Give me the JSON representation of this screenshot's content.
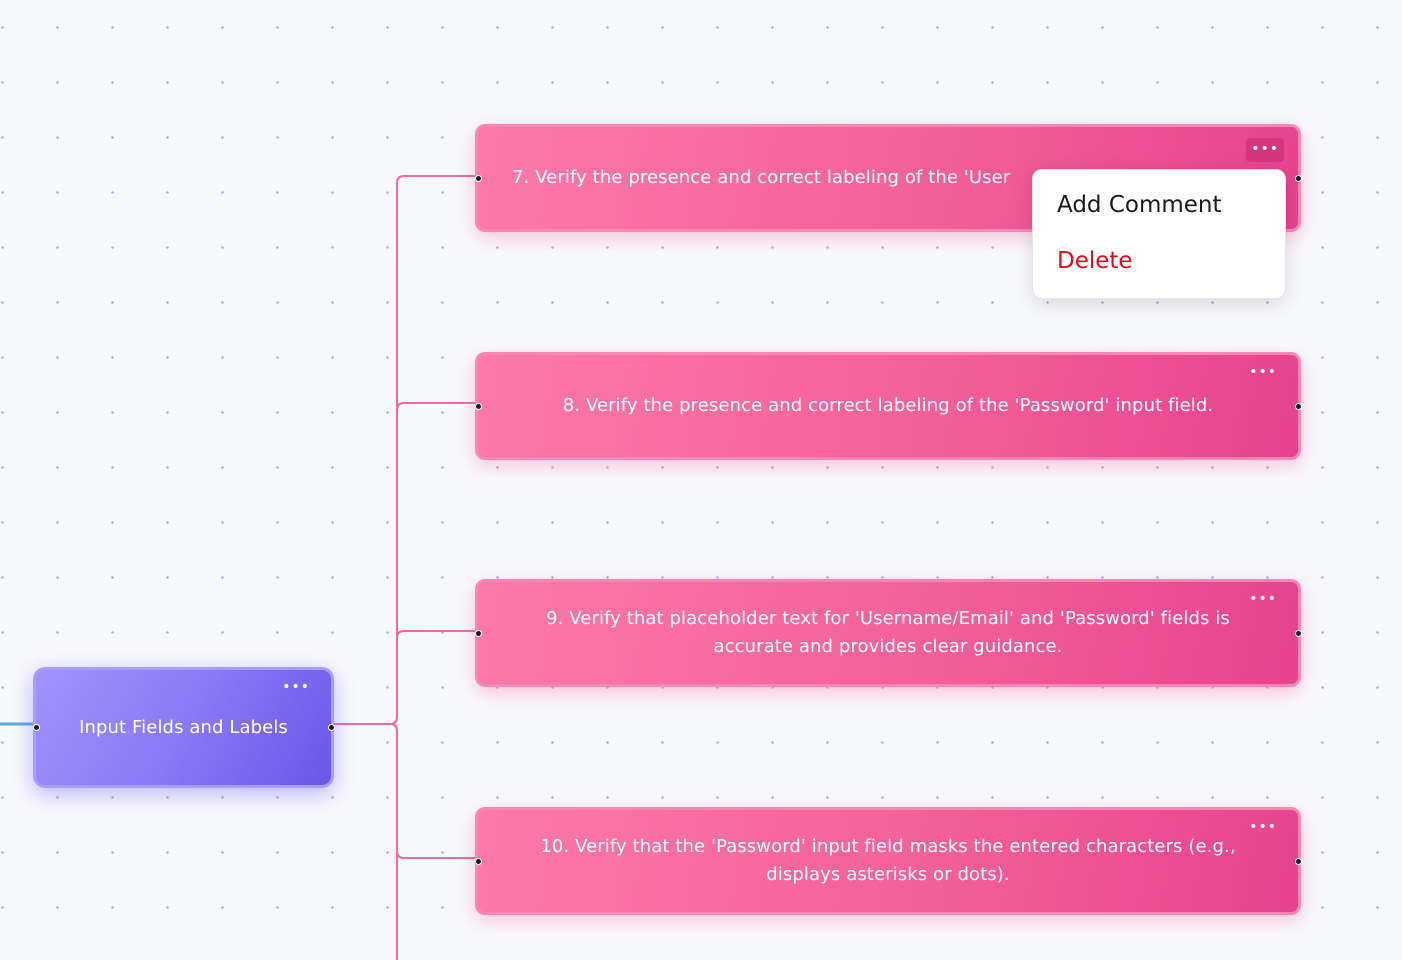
{
  "canvas": {
    "group_node": {
      "label": "Input Fields and Labels",
      "menu_icon": "more-horizontal-icon",
      "menu_glyph": "•••"
    },
    "test_nodes": [
      {
        "label": "7. Verify the presence and correct labeling of the 'User",
        "menu_glyph": "•••",
        "menu_open": true
      },
      {
        "label": "8. Verify the presence and correct labeling of the 'Password' input field.",
        "menu_glyph": "•••",
        "menu_open": false
      },
      {
        "label": "9. Verify that placeholder text for 'Username/Email' and 'Password' fields is accurate and provides clear guidance.",
        "menu_glyph": "•••",
        "menu_open": false
      },
      {
        "label": "10. Verify that the 'Password' input field masks the entered characters (e.g., displays asterisks or dots).",
        "menu_glyph": "•••",
        "menu_open": false
      }
    ],
    "context_menu": {
      "add_comment": "Add Comment",
      "delete": "Delete"
    }
  },
  "colors": {
    "test_node": "#f2609a",
    "group_node": "#8a78f5",
    "connector": "#f06a9d",
    "incoming_connector": "#5aa8e6",
    "delete_text": "#e00b1c",
    "canvas_background": "#f8f9fc"
  }
}
